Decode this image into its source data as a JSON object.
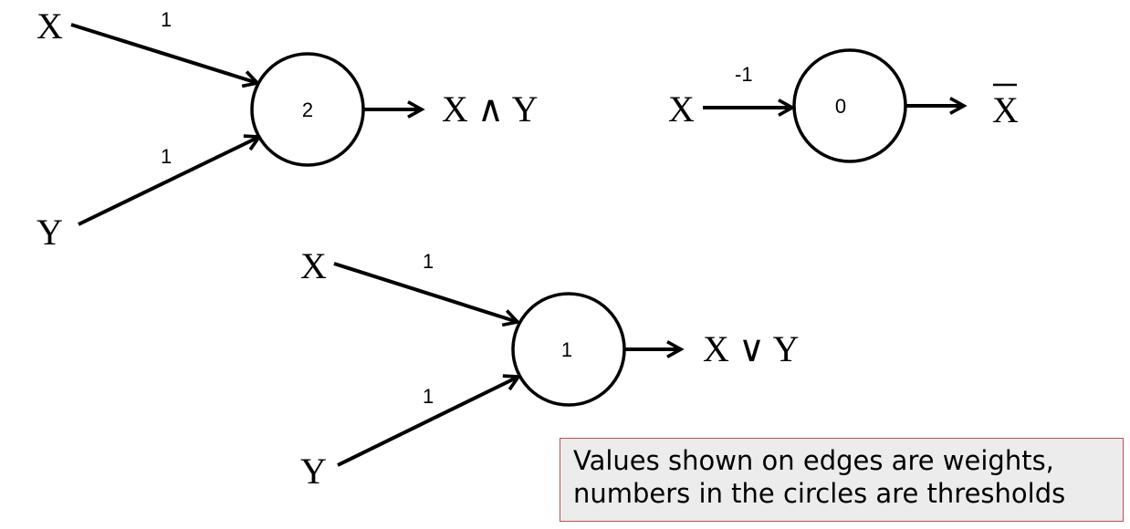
{
  "and_neuron": {
    "input_x": "X",
    "input_y": "Y",
    "weight_x": "1",
    "weight_y": "1",
    "threshold": "2",
    "output": "X ∧ Y"
  },
  "not_neuron": {
    "input_x": "X",
    "weight_x": "-1",
    "threshold": "0",
    "output": "X"
  },
  "or_neuron": {
    "input_x": "X",
    "input_y": "Y",
    "weight_x": "1",
    "weight_y": "1",
    "threshold": "1",
    "output": "X ∨ Y"
  },
  "note": {
    "line1": "Values shown on edges are weights,",
    "line2": "numbers in the circles are thresholds"
  }
}
